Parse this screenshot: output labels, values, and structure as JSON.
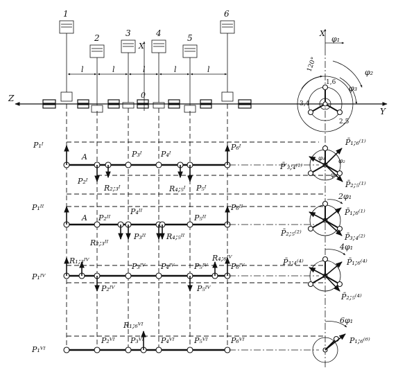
{
  "title": "",
  "crankshaft": {
    "cylinders": [
      "1",
      "2",
      "3",
      "4",
      "5",
      "6"
    ],
    "spacing_label": "l",
    "axis_z": "Z",
    "axis_x": "X",
    "axis_y": "Y",
    "origin": "0"
  },
  "crank_star": {
    "angle": "120°",
    "crank_1_6": "1,6",
    "crank_3_4": "3,4",
    "crank_2_5": "2,5",
    "phi_1": "φ₁",
    "phi_2": "φ₂",
    "phi_3": "φ₃"
  },
  "row_I": {
    "p1": "P₁ᴵ",
    "p2": "P₂ᴵ",
    "p3": "P₃ᴵ",
    "p4": "P₄ᴵ",
    "p5": "P₅ᴵ",
    "p6": "P₆ᴵ",
    "a": "A",
    "r23": "R₂;₃ᴵ",
    "r45": "R₄;₅ᴵ",
    "vec_34": "P̄′₃;₄⁽¹⁾",
    "vec_16": "P̄₁;₆⁽¹⁾",
    "vec_25": "P̄₂;₅⁽¹⁾",
    "phi1": "φ₁",
    "phi2": "φ₂",
    "phi3": "φ₃"
  },
  "row_II": {
    "p1": "P₁ᴵᴵ",
    "p2": "P₂ᴵᴵ",
    "p3": "P₃ᴵᴵ",
    "p4": "P₄ᴵᴵ",
    "p5": "P₅ᴵᴵ",
    "p6": "P₆ᴵᴵ",
    "a": "A",
    "r23": "R₂;₃ᴵᴵ",
    "r45": "R₄;₅ᴵᴵ",
    "angle": "2φ₁",
    "vec_16": "P̄₁;₆⁽¹⁾",
    "vec_25": "P̄₂;₅⁽²⁾",
    "vec_34": "P̄₃;₄⁽²⁾"
  },
  "row_IV": {
    "p1": "P₁ᴵⱽ",
    "p2": "P₂ᴵⱽ",
    "p3": "P₃ᴵⱽ",
    "p4": "P₄ᴵⱽ",
    "p5": "P₅ᴵⱽ",
    "p6": "P₆ᴵⱽ",
    "r13": "R₁;₃ᴵⱽ",
    "r46": "R₄;₆ᴵⱽ",
    "angle": "4φ₁",
    "vec_16": "P̄₁;₆⁽⁴⁾",
    "vec_34": "P̄₃;₄⁽⁴⁾",
    "vec_25": "P̄₂;₅⁽⁴⁾"
  },
  "row_VI": {
    "p1": "P₁ⱽᴵ",
    "p2": "P₂ⱽᴵ",
    "p3": "P₃ⱽᴵ",
    "p4": "P₄ⱽᴵ",
    "p5": "P₅ⱽᴵ",
    "p6": "P₆ⱽᴵ",
    "r16": "R₁;₆ⱽᴵ",
    "angle": "6φ₁",
    "vec_16": "P₁;₆⁽⁶⁾"
  }
}
